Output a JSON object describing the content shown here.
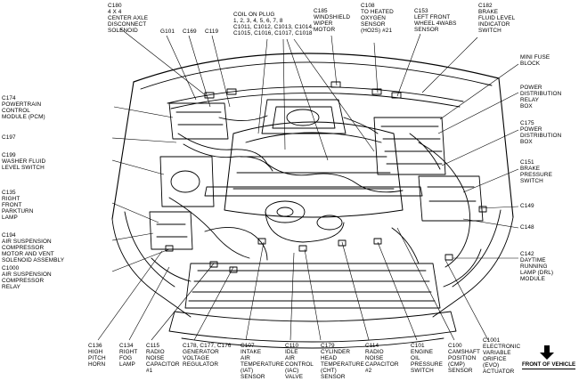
{
  "labels": {
    "c180": "C180\n4 X 4\nCENTER AXLE\nDISCONNECT\nSOLENOID",
    "g101": "G101",
    "c169": "C169",
    "c119": "C119",
    "coil": "COIL ON PLUG\n1, 2, 3, 4, 5, 6, 7, 8\nC1011, C1012, C1013, C1014,\nC1015, C1016, C1017, C1018",
    "c185": "C185\nWINDSHIELD\nWIPER\nMOTOR",
    "c108": "C108\nTO HEATED\nOXYGEN\nSENSOR\n(HO2S) #21",
    "c153": "C153\nLEFT FRONT\nWHEEL 4WABS\nSENSOR",
    "c182": "C182\nBRAKE\nFLUID LEVEL\nINDICATOR\nSWITCH",
    "minifuse": "MINI FUSE\nBLOCK",
    "pdrelay": "POWER\nDISTRIBUTION\nRELAY\nBOX",
    "c175": "C175\nPOWER\nDISTRIBUTION\nBOX",
    "c151": "C151\nBRAKE\nPRESSURE\nSWITCH",
    "c149": "C149",
    "c148": "C148",
    "c142": "C142\nDAYTIME\nRUNNING\nLAMP (DRL)\nMODULE",
    "c174": "C174\nPOWERTRAIN\nCONTROL\nMODULE (PCM)",
    "c197": "C197",
    "c199": "C199\nWASHER FLUID\nLEVEL SWITCH",
    "c135": "C135\nRIGHT\nFRONT\nPARKTURN\nLAMP",
    "c194": "C194\nAIR SUSPENSION\nCOMPRESSOR\nMOTOR AND VENT\nSOLENOID ASSEMBLY",
    "c1000": "C1000\nAIR SUSPENSION\nCOMPRESSOR\nRELAY",
    "c136": "C136\nHIGH\nPITCH\nHORN",
    "c134": "C134\nRIGHT\nFOG\nLAMP",
    "c115": "C115\nRADIO\nNOISE\nCAPACITOR\n#1",
    "c178": "C178, C177, C176\nGENERATOR\nVOLTAGE\nREGULATOR",
    "c107": "C107\nINTAKE\nAIR\nTEMPERATURE\n(IAT)\nSENSOR",
    "c110": "C110\nIDLE\nAIR\nCONTROL\n(IAC)\nVALVE",
    "c179": "C179\nCYLINDER\nHEAD\nTEMPERATURE\n(CHT)\nSENSOR",
    "c114": "C114\nRADIO\nNOISE\nCAPACITOR\n#2",
    "c101": "C101\nENGINE\nOIL\nPRESSURE\nSWITCH",
    "c100": "C100\nCAMSHAFT\nPOSITION\n(CMP)\nSENSOR",
    "c1001": "C1001\nELECTRONIC\nVARIABLE\nORIFICE\n(EVO)\nACTUATOR",
    "front": "FRONT OF VEHICLE"
  }
}
